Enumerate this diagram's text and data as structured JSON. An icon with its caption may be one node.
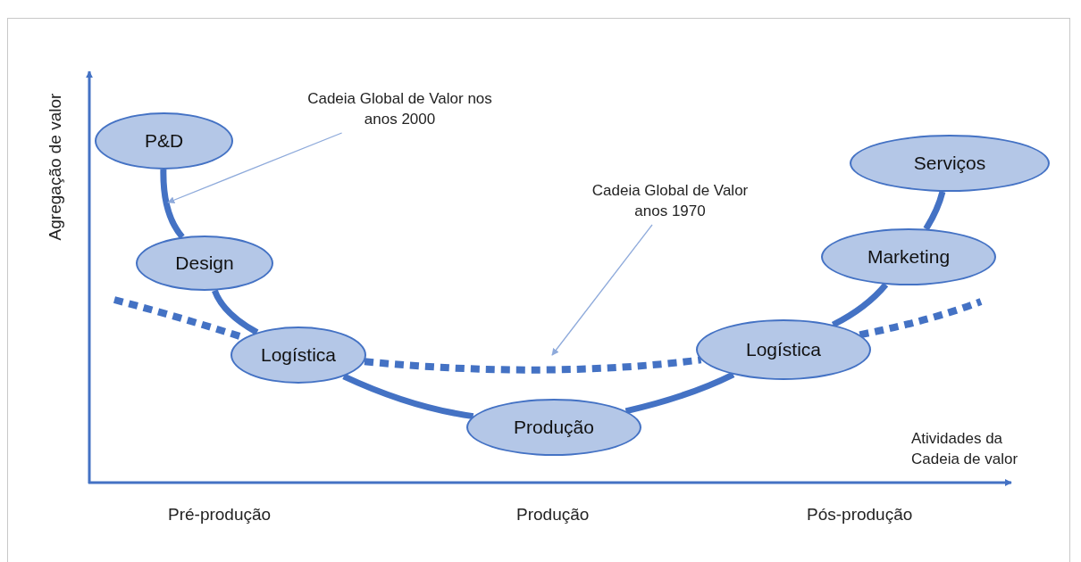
{
  "diagram": {
    "nodes": [
      {
        "text": [
          "P&D"
        ]
      },
      {
        "text": [
          "Design"
        ]
      },
      {
        "text": [
          "Logística"
        ]
      },
      {
        "text": [
          "Produção"
        ]
      },
      {
        "text": [
          "Logística"
        ]
      },
      {
        "text": [
          "Marketing"
        ]
      },
      {
        "text": [
          "Serviços"
        ]
      },
      {
        "text": [
          "Cadeia Global de Valor nos anos 2000"
        ]
      },
      {
        "text": [
          "Cadeia Global de Valor anos 1970"
        ]
      }
    ],
    "edges": [
      {
        "from": 0,
        "to": 1,
        "arrow": "none"
      },
      {
        "from": 1,
        "to": 2,
        "arrow": "none"
      },
      {
        "from": 2,
        "to": 3,
        "arrow": "none"
      },
      {
        "from": 3,
        "to": 4,
        "arrow": "none"
      },
      {
        "from": 4,
        "to": 5,
        "arrow": "none"
      },
      {
        "from": 5,
        "to": 6,
        "arrow": "none"
      },
      {
        "from": null,
        "to": 2,
        "arrow": "none",
        "style": "dashed"
      },
      {
        "from": 2,
        "to": 4,
        "arrow": "none",
        "style": "dashed"
      },
      {
        "from": 4,
        "to": null,
        "arrow": "none",
        "style": "dashed"
      },
      {
        "from": 7,
        "to": null,
        "arrow": "to",
        "color": "#8eaadb"
      },
      {
        "from": 8,
        "to": null,
        "arrow": "to",
        "color": "#8eaadb"
      }
    ],
    "labels": [
      "Agregação de valor",
      "Atividades da Cadeia de valor",
      "Pré-produção",
      "Produção",
      "Pós-produção"
    ]
  }
}
